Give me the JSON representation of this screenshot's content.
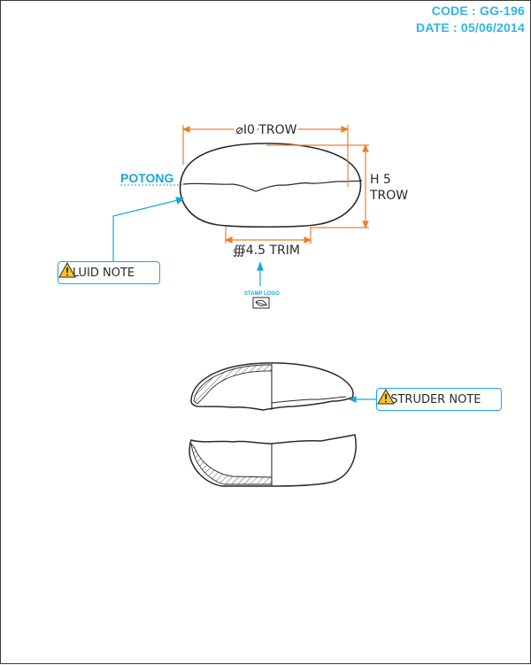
{
  "header": {
    "code": "CODE : GG-196",
    "date": "DATE : 05/06/2014"
  },
  "labels": {
    "diameter_width": "⌀I0 TROW",
    "height_line1": "H 5",
    "height_line2": "TROW",
    "diameter_bottom": "∰4.5 TRIM",
    "cut_label": "POTONG",
    "stamp_label": "STAMP LOGO"
  },
  "notes": {
    "bluid": "BLUID NOTE",
    "estruder": "ESTRUDER NOTE"
  },
  "icons": {
    "warning": "warning-triangle-icon",
    "stamp": "leaf-stamp-icon"
  },
  "colors": {
    "dimension": "#ef7f2c",
    "callout": "#1aa6dd",
    "header": "#33b4e6",
    "outline": "#2a2a2a",
    "warning": "#f7c81e"
  }
}
